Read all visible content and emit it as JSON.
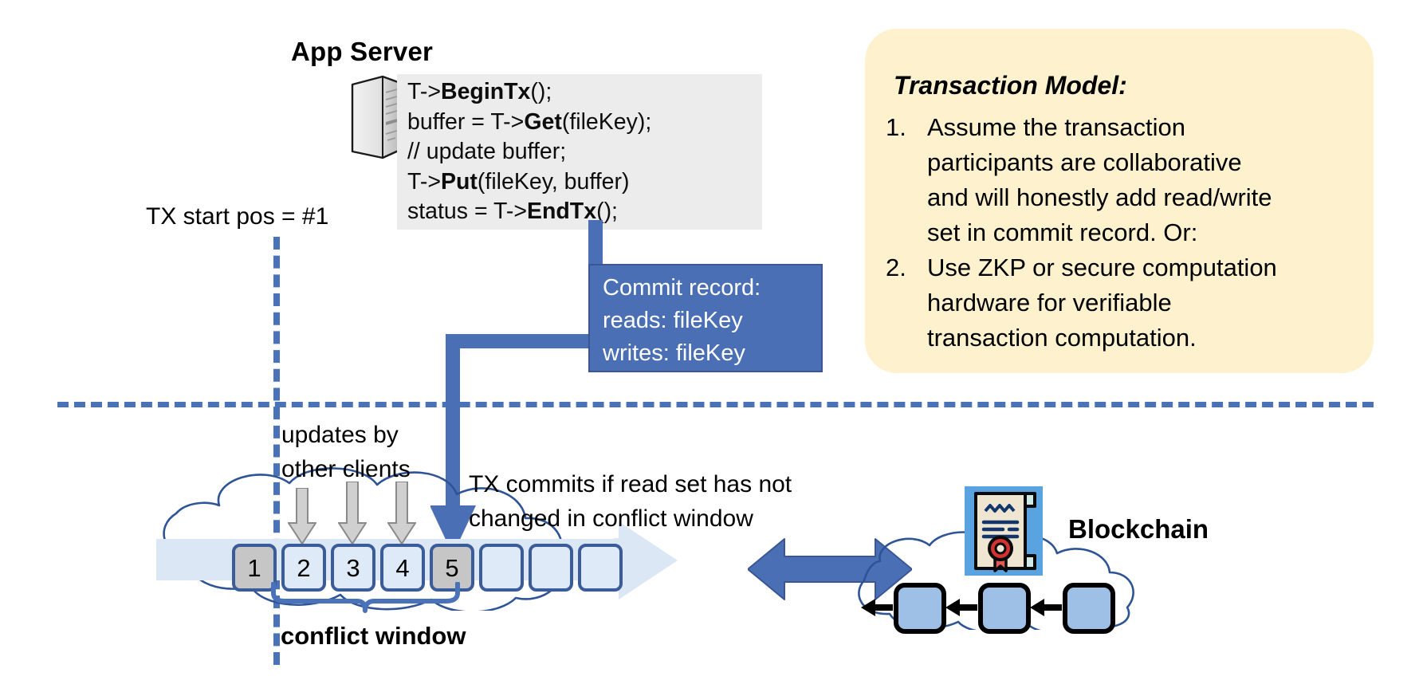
{
  "app_server": {
    "title": "App Server",
    "icon": "server-tower-icon",
    "code_lines": [
      [
        {
          "t": "T->",
          "b": false
        },
        {
          "t": "BeginTx",
          "b": true
        },
        {
          "t": "();",
          "b": false
        }
      ],
      [
        {
          "t": "buffer = T->",
          "b": false
        },
        {
          "t": "Get",
          "b": true
        },
        {
          "t": "(fileKey);",
          "b": false
        }
      ],
      [
        {
          "t": "// update buffer;",
          "b": false
        }
      ],
      [
        {
          "t": "T->",
          "b": false
        },
        {
          "t": "Put",
          "b": true
        },
        {
          "t": "(fileKey, buffer)",
          "b": false
        }
      ],
      [
        {
          "t": "status = T->",
          "b": false
        },
        {
          "t": "EndTx",
          "b": true
        },
        {
          "t": "();",
          "b": false
        }
      ]
    ]
  },
  "tx_start": {
    "label": "TX start pos = #1"
  },
  "commit_record": {
    "lines": [
      "Commit record:",
      "reads: fileKey",
      "writes: fileKey"
    ],
    "bg_color": "#4a6fb5",
    "text_color": "#ffffff"
  },
  "transaction_model": {
    "title": "Transaction Model:",
    "bg_color": "#fdf2cd",
    "items": [
      {
        "num": "1.",
        "lines": [
          "Assume the transaction",
          "participants are collaborative",
          "and will honestly add read/write",
          "set in commit record.  Or:"
        ]
      },
      {
        "num": "2.",
        "lines": [
          "Use ZKP or secure computation",
          "hardware for verifiable",
          "transaction computation."
        ]
      }
    ]
  },
  "ledger": {
    "slots": [
      {
        "label": "1",
        "state": "filled"
      },
      {
        "label": "2",
        "state": "open"
      },
      {
        "label": "3",
        "state": "open"
      },
      {
        "label": "4",
        "state": "open"
      },
      {
        "label": "5",
        "state": "filled"
      },
      {
        "label": "",
        "state": "open"
      },
      {
        "label": "",
        "state": "open"
      },
      {
        "label": "",
        "state": "open"
      }
    ],
    "updates_label": [
      "updates by",
      "other clients"
    ],
    "commits_label": [
      "TX commits if read set has not",
      "changed in conflict window"
    ],
    "conflict_window_label": "conflict window",
    "accent_color": "#4a72b8",
    "slot_border_color": "#3b5c9b",
    "slot_fill_color": "#dfeaf8",
    "slot_filled_color": "#c6c6c6"
  },
  "blockchain": {
    "label": "Blockchain",
    "cert_icon": "certificate-seal-icon",
    "block_count": 3,
    "block_color": "#9fc0e6"
  }
}
